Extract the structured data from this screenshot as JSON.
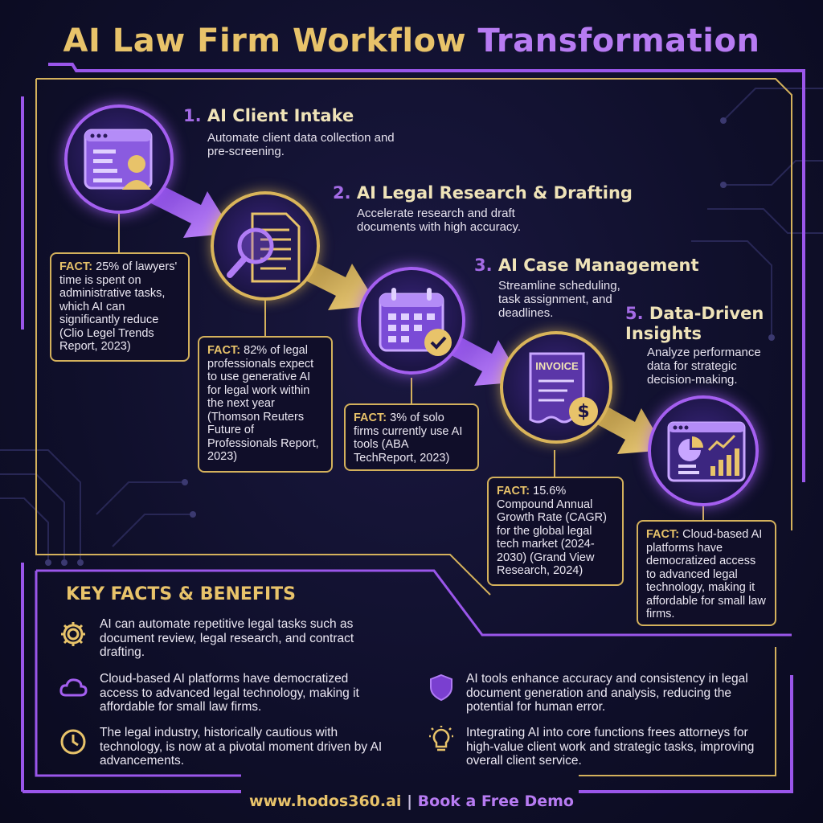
{
  "title": {
    "part1": "AI Law Firm Workflow",
    "part2": "Transformation"
  },
  "steps": [
    {
      "number": "1.",
      "title": "AI Client Intake",
      "description": "Automate client data collection and pre-screening.",
      "fact_label": "FACT:",
      "fact": "25% of lawyers' time is spent on administrative tasks, which AI can significantly reduce (Clio Legel Trends Report, 2023)"
    },
    {
      "number": "2.",
      "title": "AI Legal Research & Drafting",
      "description": "Accelerate research and draft documents with high accuracy.",
      "fact_label": "FACT:",
      "fact": "82% of legal professionals expect to use generative AI for legal work within the next year (Thomson Reuters Future of Professionals Report, 2023)"
    },
    {
      "number": "3.",
      "title": "AI Case Management",
      "description": "Streamline scheduling, task assignment, and deadlines.",
      "fact_label": "FACT:",
      "fact": "3% of solo firms currently use AI tools (ABA TechReport, 2023)"
    },
    {
      "number": "",
      "title": "",
      "description": "",
      "icon_text": "INVOICE",
      "fact_label": "FACT:",
      "fact": "15.6% Compound Annual Growth Rate (CAGR) for the global legal tech market (2024-2030) (Grand View Research, 2024)"
    },
    {
      "number": "5.",
      "title": "Data-Driven Insights",
      "description": "Analyze performance data for strategic decision-making.",
      "fact_label": "FACT:",
      "fact": "Cloud-based AI platforms have democratized access to advanced legal technology, making it affordable for small law firms."
    }
  ],
  "key_facts": {
    "heading": "KEY FACTS & BENEFITS",
    "items": [
      {
        "icon": "gear-icon",
        "text": "AI can automate repetitive legal tasks such as document review, legal research, and contract drafting."
      },
      {
        "icon": "cloud-icon",
        "text": "Cloud-based AI platforms have democratized access to advanced legal technology, making it affordable for small law firms."
      },
      {
        "icon": "clock-icon",
        "text": "The legal industry, historically cautious with technology, is now at a pivotal moment driven by AI advancements."
      },
      {
        "icon": "shield-icon",
        "text": "AI tools enhance accuracy and consistency in legal document generation and analysis, reducing the potential for human error."
      },
      {
        "icon": "lightbulb-icon",
        "text": "Integrating AI into core functions frees attorneys for high-value client work and strategic tasks, improving overall client service."
      }
    ]
  },
  "footer": {
    "url": "www.hodos360.ai",
    "separator": "|",
    "cta": "Book a Free Demo"
  },
  "colors": {
    "gold": "#e8c36a",
    "purple": "#a45ff0",
    "background": "#0f0f2a"
  }
}
